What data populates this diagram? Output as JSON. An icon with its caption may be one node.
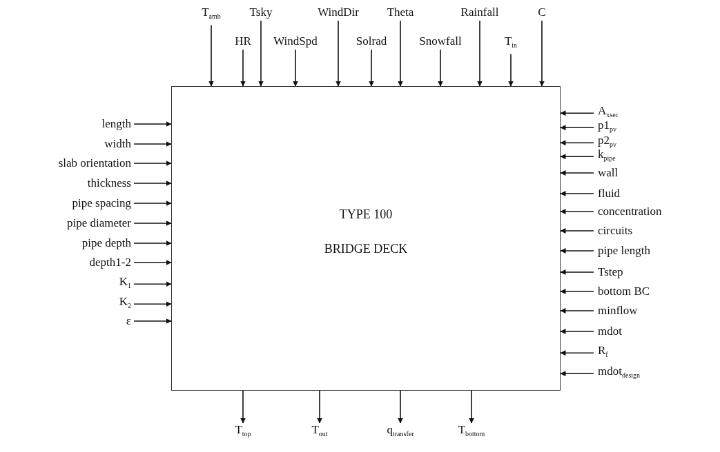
{
  "diagram": {
    "nodes": [
      {
        "text": [
          "TYPE 100",
          "BRIDGE DECK"
        ]
      },
      {
        "text": [
          "T$_{amb}$"
        ]
      },
      {
        "text": [
          "HR"
        ]
      },
      {
        "text": [
          "Tsky"
        ]
      },
      {
        "text": [
          "WindSpd"
        ]
      },
      {
        "text": [
          "WindDir"
        ]
      },
      {
        "text": [
          "Solrad"
        ]
      },
      {
        "text": [
          "Theta"
        ]
      },
      {
        "text": [
          "Snowfall"
        ]
      },
      {
        "text": [
          "Rainfall"
        ]
      },
      {
        "text": [
          "T$_{in}$"
        ]
      },
      {
        "text": [
          "C"
        ]
      },
      {
        "text": [
          "length"
        ]
      },
      {
        "text": [
          "width"
        ]
      },
      {
        "text": [
          "slab orientation"
        ]
      },
      {
        "text": [
          "thickness"
        ]
      },
      {
        "text": [
          "pipe spacing"
        ]
      },
      {
        "text": [
          "pipe diameter"
        ]
      },
      {
        "text": [
          "pipe depth"
        ]
      },
      {
        "text": [
          "depth1-2"
        ]
      },
      {
        "text": [
          "K$_{1}$"
        ]
      },
      {
        "text": [
          "K$_{2}$"
        ]
      },
      {
        "text": [
          "ε"
        ]
      },
      {
        "text": [
          "A$_{xsec}$"
        ]
      },
      {
        "text": [
          "p1$_{pv}$"
        ]
      },
      {
        "text": [
          "p2$_{pv}$"
        ]
      },
      {
        "text": [
          "k$_{pipe}$"
        ]
      },
      {
        "text": [
          "wall"
        ]
      },
      {
        "text": [
          "fluid"
        ]
      },
      {
        "text": [
          "concentration"
        ]
      },
      {
        "text": [
          "circuits"
        ]
      },
      {
        "text": [
          "pipe length"
        ]
      },
      {
        "text": [
          "Tstep"
        ]
      },
      {
        "text": [
          "bottom BC"
        ]
      },
      {
        "text": [
          "minflow"
        ]
      },
      {
        "text": [
          "mdot"
        ]
      },
      {
        "text": [
          "R$_{f}$"
        ]
      },
      {
        "text": [
          "mdot$_{design}$"
        ]
      },
      {
        "text": [
          "T$_{top}$"
        ]
      },
      {
        "text": [
          "T$_{out}$"
        ]
      },
      {
        "text": [
          "q$_{transfer}$"
        ]
      },
      {
        "text": [
          "T$_{bottom}$"
        ]
      }
    ],
    "edges": [
      {
        "from": 1,
        "to": 0,
        "arrow": "to"
      },
      {
        "from": 2,
        "to": 0,
        "arrow": "to"
      },
      {
        "from": 3,
        "to": 0,
        "arrow": "to"
      },
      {
        "from": 4,
        "to": 0,
        "arrow": "to"
      },
      {
        "from": 5,
        "to": 0,
        "arrow": "to"
      },
      {
        "from": 6,
        "to": 0,
        "arrow": "to"
      },
      {
        "from": 7,
        "to": 0,
        "arrow": "to"
      },
      {
        "from": 8,
        "to": 0,
        "arrow": "to"
      },
      {
        "from": 9,
        "to": 0,
        "arrow": "to"
      },
      {
        "from": 10,
        "to": 0,
        "arrow": "to"
      },
      {
        "from": 11,
        "to": 0,
        "arrow": "to"
      },
      {
        "from": 12,
        "to": 0,
        "arrow": "to"
      },
      {
        "from": 13,
        "to": 0,
        "arrow": "to"
      },
      {
        "from": 14,
        "to": 0,
        "arrow": "to"
      },
      {
        "from": 15,
        "to": 0,
        "arrow": "to"
      },
      {
        "from": 16,
        "to": 0,
        "arrow": "to"
      },
      {
        "from": 17,
        "to": 0,
        "arrow": "to"
      },
      {
        "from": 18,
        "to": 0,
        "arrow": "to"
      },
      {
        "from": 19,
        "to": 0,
        "arrow": "to"
      },
      {
        "from": 20,
        "to": 0,
        "arrow": "to"
      },
      {
        "from": 21,
        "to": 0,
        "arrow": "to"
      },
      {
        "from": 22,
        "to": 0,
        "arrow": "to"
      },
      {
        "from": 23,
        "to": 0,
        "arrow": "to"
      },
      {
        "from": 24,
        "to": 0,
        "arrow": "to"
      },
      {
        "from": 25,
        "to": 0,
        "arrow": "to"
      },
      {
        "from": 26,
        "to": 0,
        "arrow": "to"
      },
      {
        "from": 27,
        "to": 0,
        "arrow": "to"
      },
      {
        "from": 28,
        "to": 0,
        "arrow": "to"
      },
      {
        "from": 29,
        "to": 0,
        "arrow": "to"
      },
      {
        "from": 30,
        "to": 0,
        "arrow": "to"
      },
      {
        "from": 31,
        "to": 0,
        "arrow": "to"
      },
      {
        "from": 32,
        "to": 0,
        "arrow": "to"
      },
      {
        "from": 33,
        "to": 0,
        "arrow": "to"
      },
      {
        "from": 34,
        "to": 0,
        "arrow": "to"
      },
      {
        "from": 35,
        "to": 0,
        "arrow": "to"
      },
      {
        "from": 36,
        "to": 0,
        "arrow": "to"
      },
      {
        "from": 37,
        "to": 0,
        "arrow": "to"
      },
      {
        "from": 0,
        "to": 38,
        "arrow": "to"
      },
      {
        "from": 0,
        "to": 39,
        "arrow": "to"
      },
      {
        "from": 0,
        "to": 40,
        "arrow": "to"
      },
      {
        "from": 0,
        "to": 41,
        "arrow": "to"
      }
    ]
  }
}
